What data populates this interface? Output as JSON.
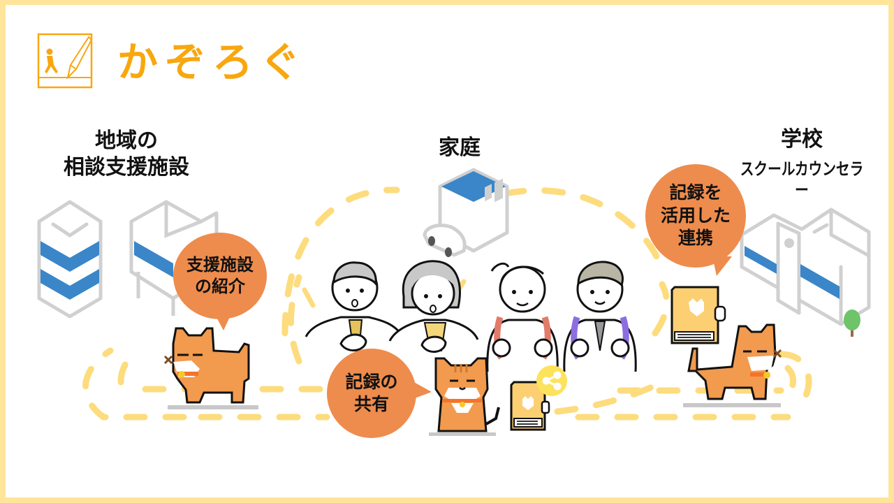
{
  "brand": {
    "name": "かぞろぐ",
    "logo_icon": "walking-person-pencil-icon",
    "color": "#f8a70f"
  },
  "frame": {
    "border_color": "#ffe49a",
    "background": "#ffffff"
  },
  "nodes": {
    "community": {
      "title_line1": "地域の",
      "title_line2": "相談支援施設",
      "icon": "office-buildings-icon"
    },
    "home": {
      "title": "家庭",
      "icon": "house-with-car-icon"
    },
    "school": {
      "title": "学校",
      "subtitle": "スクールカウンセラー",
      "icon": "school-building-icon"
    }
  },
  "bubbles": {
    "introduce": {
      "line1": "支援施設",
      "line2": "の紹介"
    },
    "share": {
      "line1": "記録の",
      "line2": "共有"
    },
    "collaborate": {
      "line1": "記録を",
      "line2": "活用した",
      "line3": "連携"
    }
  },
  "people": [
    {
      "role": "father",
      "icon": "father-icon"
    },
    {
      "role": "mother",
      "icon": "mother-icon"
    },
    {
      "role": "girl-student",
      "icon": "girl-with-backpack-icon"
    },
    {
      "role": "boy-student",
      "icon": "boy-with-backpack-icon"
    }
  ],
  "mascots": [
    {
      "position": "left",
      "icon": "pixel-cat-walking-icon"
    },
    {
      "position": "center",
      "icon": "pixel-cat-sitting-icon"
    },
    {
      "position": "right",
      "icon": "pixel-cat-with-notebook-icon"
    }
  ],
  "colors": {
    "accent_orange": "#ee8c4d",
    "cat_orange": "#f29a4e",
    "path_yellow": "#fddc7e",
    "building_blue": "#3a86c8",
    "building_gray": "#d0d0d0",
    "share_yellow": "#fde25c",
    "notebook": "#fbcf72"
  }
}
